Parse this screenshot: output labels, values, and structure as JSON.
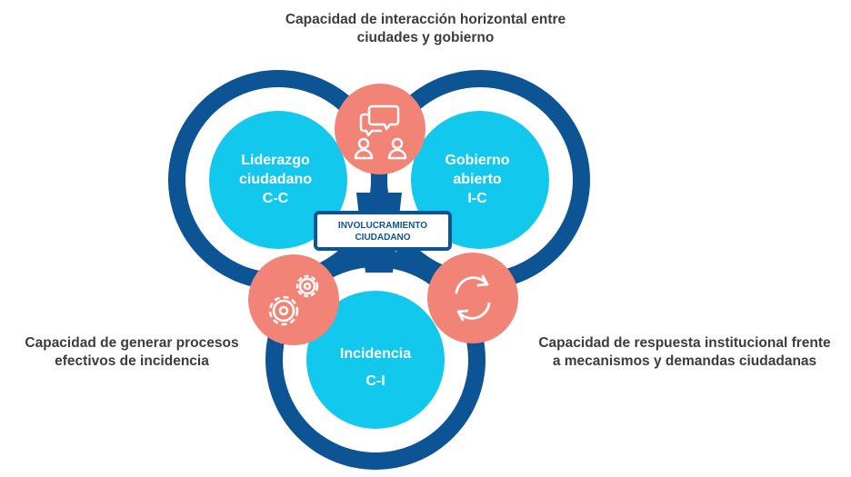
{
  "captions": {
    "top": [
      "Capacidad de interacción horizontal entre",
      "ciudades y gobierno"
    ],
    "left": [
      "Capacidad de generar procesos",
      "efectivos de incidencia"
    ],
    "right": [
      "Capacidad de respuesta institucional frente",
      "a mecanismos y demandas ciudadanas"
    ]
  },
  "nodes": {
    "left": [
      "Liderazgo",
      "ciudadano",
      "C-C"
    ],
    "right": [
      "Gobierno",
      "abierto",
      "I-C"
    ],
    "bottom": [
      "Incidencia",
      "C-I"
    ]
  },
  "center": [
    "INVOLUCRAMIENTO",
    "CIUDADANO"
  ],
  "icons": {
    "top": "people-chat-icon",
    "left": "gears-icon",
    "right": "refresh-arrows-icon"
  },
  "colors": {
    "ring_dark": "#0d5494",
    "circle_light": "#13c8ed",
    "badge": "#f28377",
    "caption_text": "#3c3c3c"
  }
}
